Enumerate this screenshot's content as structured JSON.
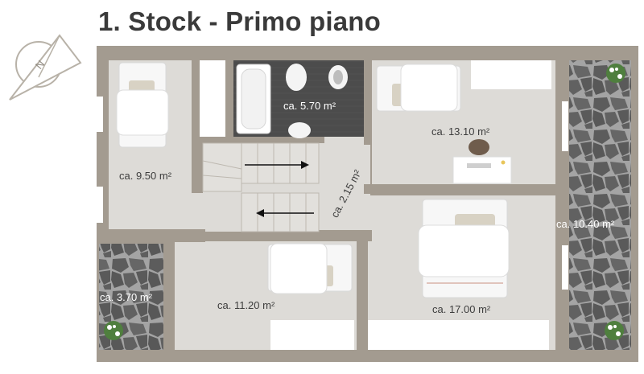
{
  "title": "1. Stock - Primo piano",
  "compass": {
    "letter": "N"
  },
  "rooms": {
    "bedroom_left": "ca. 9.50 m²",
    "bathroom": "ca. 5.70 m²",
    "stairs": "ca. 2.15 m²",
    "bedroom_top_right": "ca. 13.10 m²",
    "balcony_left": "ca. 3.70 m²",
    "bedroom_bottom_middle": "ca. 11.20 m²",
    "master_bedroom": "ca. 17.00 m²",
    "balcony_right": "ca. 10.40 m²"
  },
  "colors": {
    "wall": "#a39b90",
    "floor": "#dddbd7",
    "stone": "#5b5b5b",
    "bath_dark": "#4a4a4a"
  }
}
